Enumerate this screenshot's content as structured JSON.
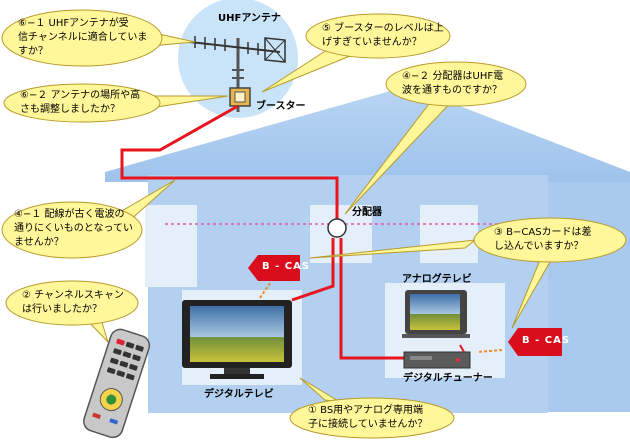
{
  "labels": {
    "uhf_antenna": "UHFアンテナ",
    "booster": "ブースター",
    "splitter": "分配器",
    "analog_tv": "アナログテレビ",
    "digital_tv": "デジタルテレビ",
    "digital_tuner": "デジタルチューナー",
    "bcas_left": "B - CAS",
    "bcas_right": "B - CAS"
  },
  "bubbles": {
    "b6_1": {
      "line1": "⑥−１ UHFアンテナが受",
      "line2": "信チャンネルに適合していま",
      "line3": "すか？"
    },
    "b6_2": {
      "line1": "⑥−２ アンテナの場所や高",
      "line2": "さも調整しましたか？"
    },
    "b5": {
      "line1": "⑤ ブースターのレベルは上",
      "line2": "げすぎていませんか？"
    },
    "b4_2": {
      "line1": "④−２ 分配器はUHF電",
      "line2": "波を通すものですか？"
    },
    "b4_1": {
      "line1": "④−１ 配線が古く電波の",
      "line2": "通りにくいものとなってい",
      "line3": "ませんか？"
    },
    "b3": {
      "line1": "③ B−CASカードは差",
      "line2": "し込んでいますか？"
    },
    "b2": {
      "line1": "② チャンネルスキャン",
      "line2": "は行いましたか？"
    },
    "b1": {
      "line1": "① BS用やアナログ専用端",
      "line2": "子に接続していませんか？"
    }
  },
  "colors": {
    "house": "#a9c9ee",
    "house_light": "#e4effa",
    "cable": "#e8141e",
    "bubble_fill": "#fff79a",
    "bubble_stroke": "#b89a2a",
    "bcas": "#d90d1c",
    "antenna_circle": "#c9e4f8"
  }
}
